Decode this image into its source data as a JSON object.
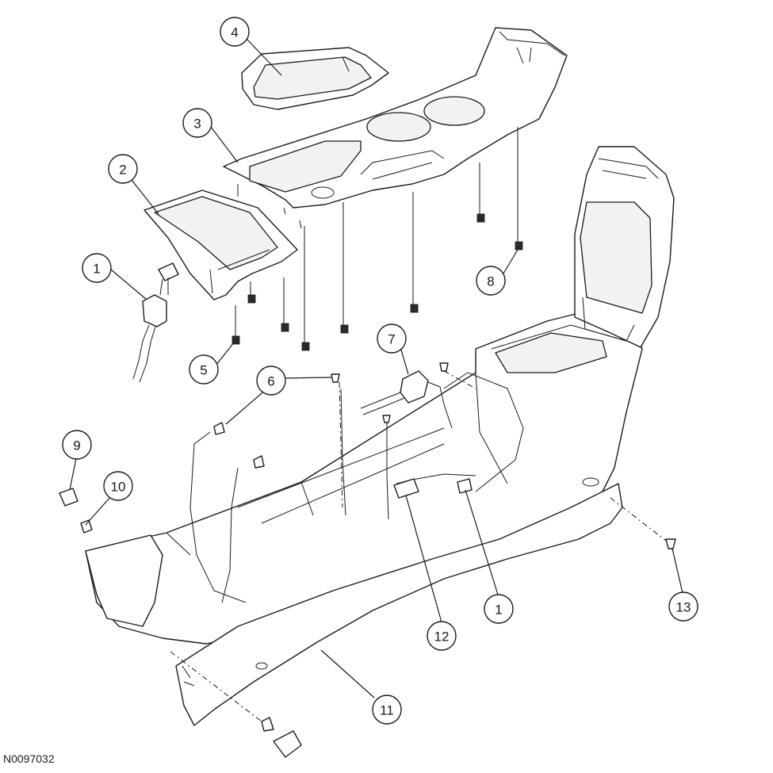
{
  "figure_id": "N0097032",
  "callouts": [
    "1",
    "2",
    "3",
    "4",
    "5",
    "6",
    "7",
    "8",
    "9",
    "10",
    "11",
    "12",
    "1",
    "13"
  ]
}
